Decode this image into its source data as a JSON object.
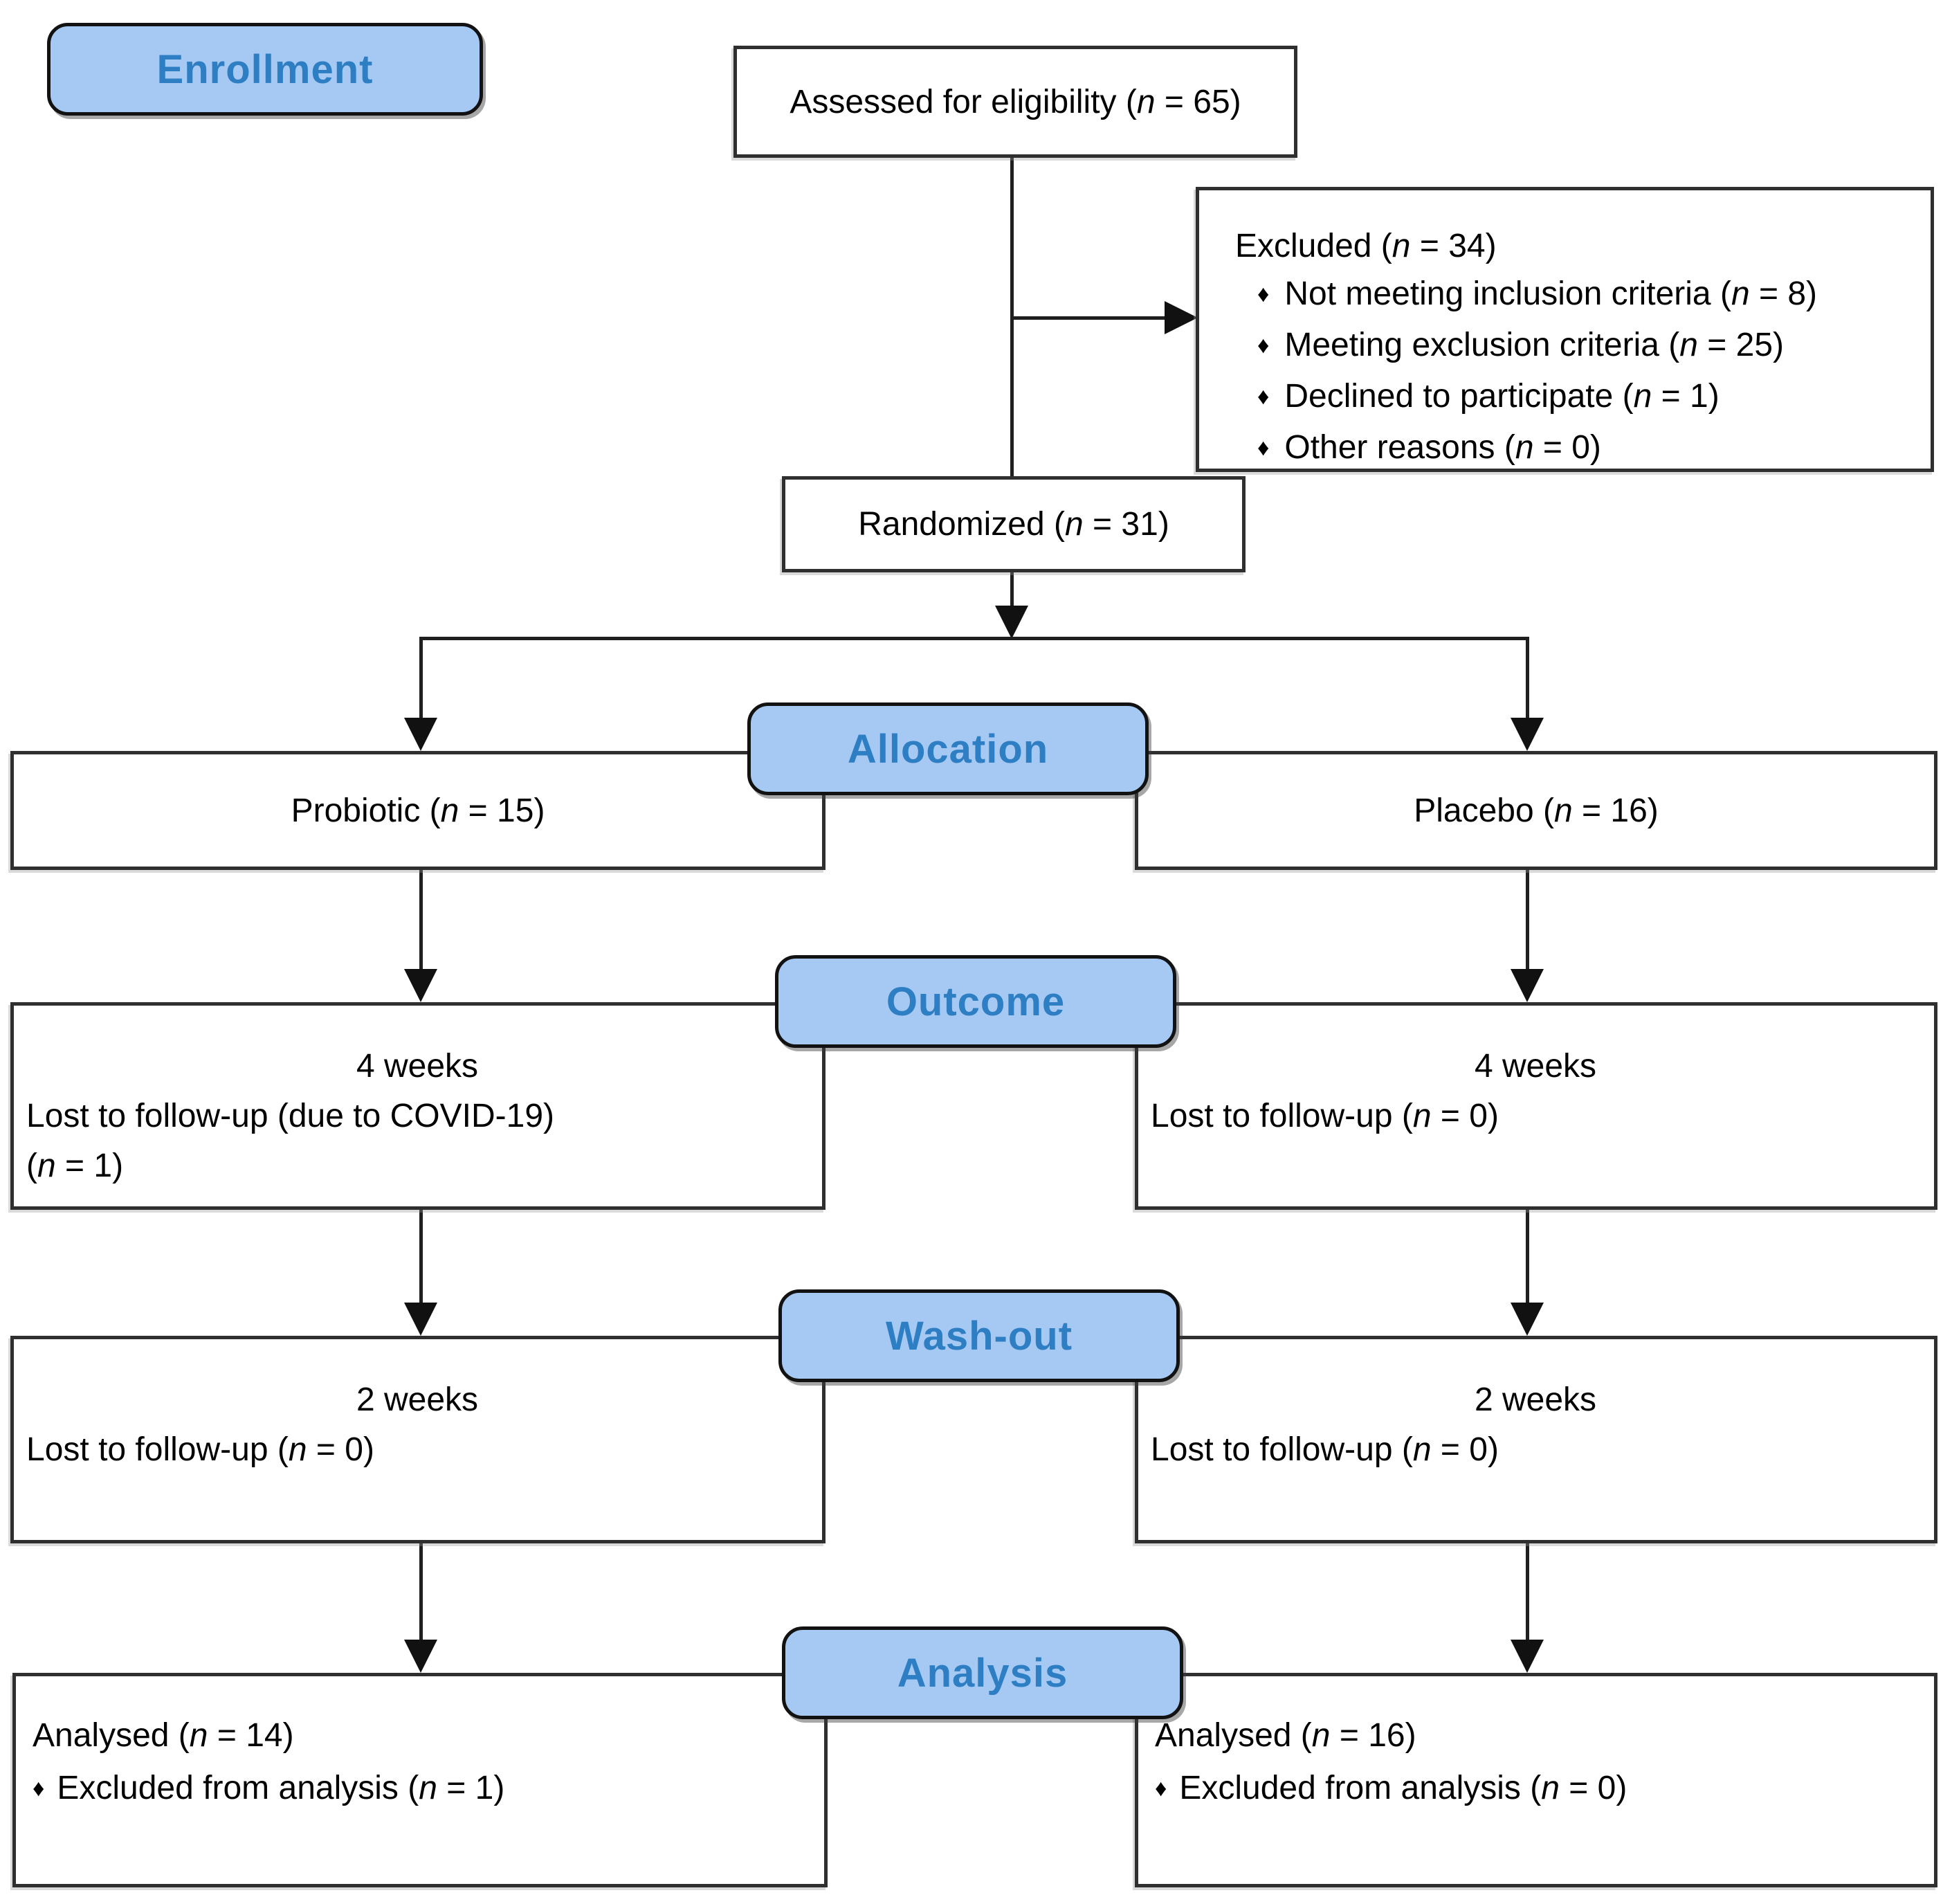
{
  "stages": {
    "enrollment": {
      "label": "Enrollment"
    },
    "allocation": {
      "label": "Allocation"
    },
    "outcome": {
      "label": "Outcome"
    },
    "washout": {
      "label": "Wash-out"
    },
    "analysis": {
      "label": "Analysis"
    }
  },
  "boxes": {
    "assessed": {
      "text": "Assessed for eligibility (n = 65)"
    },
    "excluded": {
      "title": "Excluded (n = 34)",
      "bullet": "♦",
      "items": [
        "Not meeting inclusion criteria (n = 8)",
        "Meeting exclusion criteria (n = 25)",
        "Declined to participate (n = 1)",
        "Other reasons (n = 0)"
      ]
    },
    "randomized": {
      "text": "Randomized (n = 31)"
    },
    "probiotic": {
      "text": "Probiotic (n = 15)"
    },
    "placebo": {
      "text": "Placebo (n = 16)"
    },
    "outcome_left": {
      "duration": "4 weeks",
      "lost": "Lost to follow-up (due to COVID-19)",
      "lost2": "(n = 1)"
    },
    "outcome_right": {
      "duration": "4 weeks",
      "lost": "Lost to follow-up (n = 0)"
    },
    "washout_left": {
      "duration": "2 weeks",
      "lost": "Lost to follow-up (n = 0)"
    },
    "washout_right": {
      "duration": "2 weeks",
      "lost": "Lost to follow-up (n = 0)"
    },
    "analysis_left": {
      "analysed": "Analysed (n = 14)",
      "bullet": "♦",
      "excluded": "Excluded from analysis (n = 1)"
    },
    "analysis_right": {
      "analysed": "Analysed (n = 16)",
      "bullet": "♦",
      "excluded": "Excluded from analysis (n = 0)"
    }
  },
  "colors": {
    "badge_fill": "#a6c9f4",
    "badge_text": "#2d7ec3",
    "box_border": "#2f2f2f",
    "connector": "#1f1f1f",
    "text": "#000000"
  }
}
